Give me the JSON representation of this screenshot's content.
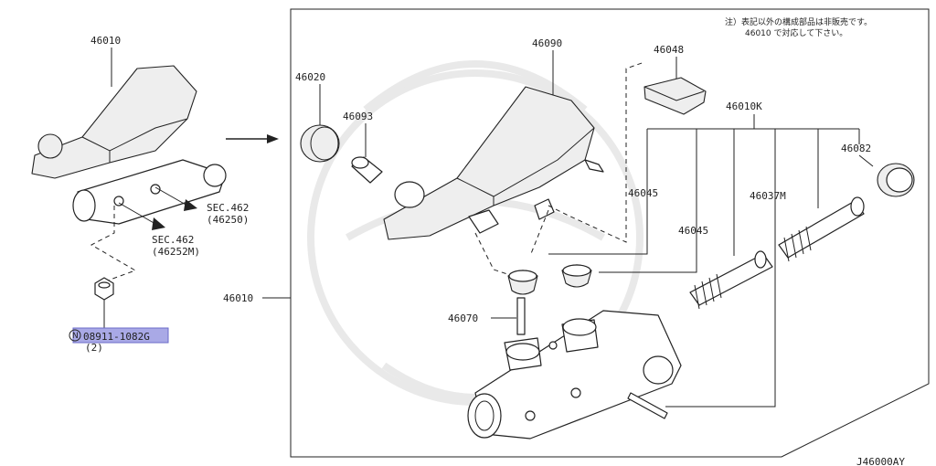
{
  "labels": {
    "assembly_left": "46010",
    "assembly_frame": "46010",
    "sec_462_a": "SEC.462",
    "sec_462_a_ref": "(46250)",
    "sec_462_b": "SEC.462",
    "sec_462_b_ref": "(46252M)",
    "nut_part_no": "08911-1082G",
    "nut_part_prefix": "N",
    "nut_qty": "(2)",
    "cap": "46020",
    "strainer": "46093",
    "reservoir": "46090",
    "sensor": "46048",
    "kit": "46010K",
    "seal": "46082",
    "grommet_a": "46045",
    "grommet_b": "46045",
    "piston_kit": "46037M",
    "pin": "46070"
  },
  "note": {
    "line1": "注）表記以外の構成部品は非販売です。",
    "line2": "46010 で対応して下さい。"
  },
  "footer": {
    "diagram_id": "J46000AY"
  },
  "colors": {
    "highlight": "#a9a9e6",
    "line": "#222222",
    "watermark": "#e9e9e9"
  }
}
